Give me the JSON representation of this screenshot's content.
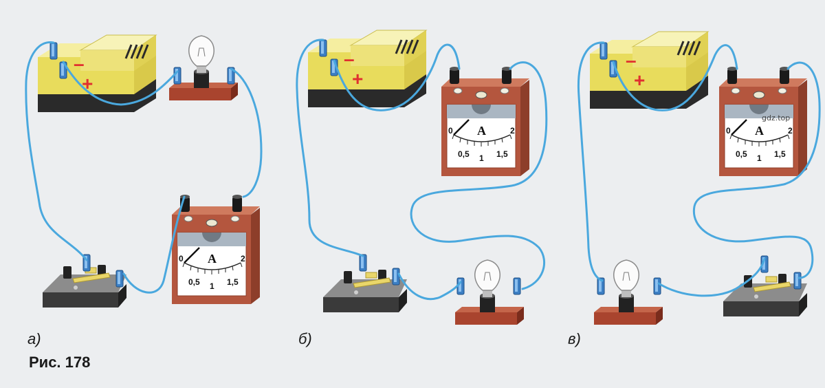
{
  "figure": {
    "caption": "Рис. 178",
    "watermark": "gdz.top",
    "panels": [
      {
        "id": "a",
        "label": "а)"
      },
      {
        "id": "b",
        "label": "б)"
      },
      {
        "id": "v",
        "label": "в)"
      }
    ]
  },
  "ammeter": {
    "unit": "A",
    "scale_labels": [
      "0",
      "0,5",
      "1",
      "1,5",
      "2"
    ]
  },
  "battery": {
    "minus": "–",
    "plus": "+"
  },
  "colors": {
    "wire": "#4aa8de",
    "battery_top": "#f5eea0",
    "battery_side": "#e8dc5c",
    "battery_base": "#2a2a2a",
    "ammeter_body": "#b4563e",
    "terminal": "#3c7fc4",
    "polarity": "#e03030"
  }
}
